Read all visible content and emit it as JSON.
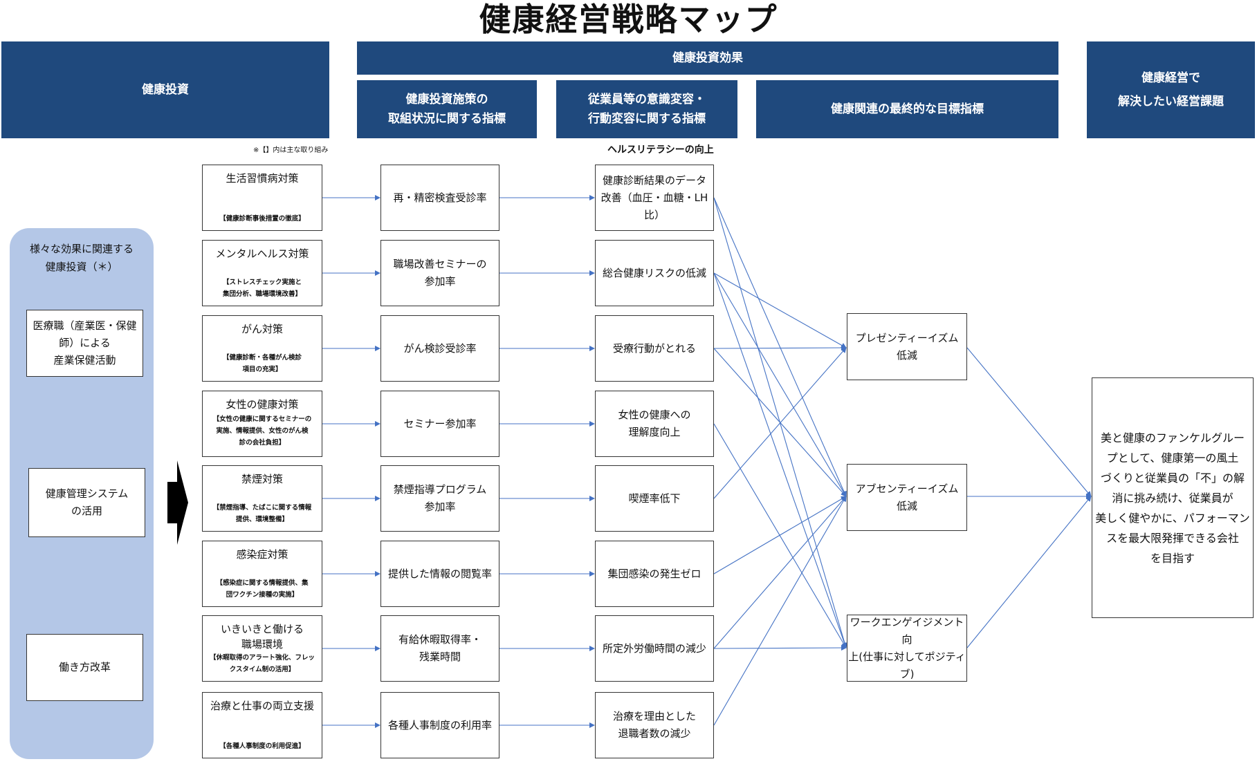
{
  "title": "健康経営戦略マップ",
  "headers": {
    "investment": "健康投資",
    "effect": "健康投資効果",
    "measures": [
      "健康投資施策の",
      "取組状況に関する指標"
    ],
    "awareness": [
      "従業員等の意識変容・",
      "行動変容に関する指標"
    ],
    "final": "健康関連の最終的な目標指標",
    "issues": [
      "健康経営で",
      "解決したい経営課題"
    ]
  },
  "note": "※【】内は主な取り組み",
  "health_literacy": "ヘルスリテラシーの向上",
  "panel": {
    "title": [
      "様々な効果に関連する",
      "健康投資（＊）"
    ],
    "items": [
      [
        "医療職（産業医・保健",
        "師）による",
        "産業保健活動"
      ],
      [
        "健康管理システム",
        "の活用"
      ],
      [
        "働き方改革"
      ]
    ]
  },
  "investments": [
    {
      "title": [
        "生活習慣病対策"
      ],
      "sub": [
        "【健康診断事後措置の徹底】"
      ]
    },
    {
      "title": [
        "メンタルヘルス対策"
      ],
      "sub": [
        "【ストレスチェック実施と",
        "集団分析、職場環境改善】"
      ]
    },
    {
      "title": [
        "がん対策"
      ],
      "sub": [
        "【健康診断・各種がん検診",
        "項目の充実】"
      ]
    },
    {
      "title": [
        "女性の健康対策"
      ],
      "sub": [
        "【女性の健康に関するセミナーの",
        "実施、情報提供、女性のがん検",
        "診の会社負担】"
      ]
    },
    {
      "title": [
        "禁煙対策"
      ],
      "sub": [
        "【禁煙指導、たばこに関する情報",
        "提供、環境整備】"
      ]
    },
    {
      "title": [
        "感染症対策"
      ],
      "sub": [
        "【感染症に関する情報提供、集",
        "団ワクチン接種の実施】"
      ]
    },
    {
      "title": [
        "いきいきと働ける",
        "職場環境"
      ],
      "sub": [
        "【休暇取得のアラート強化、フレッ",
        "クスタイム制の活用】"
      ]
    },
    {
      "title": [
        "治療と仕事の両立支援"
      ],
      "sub": [
        "【各種人事制度の利用促進】"
      ]
    }
  ],
  "measures": [
    [
      "再・精密検査受診率"
    ],
    [
      "職場改善セミナーの",
      "参加率"
    ],
    [
      "がん検診受診率"
    ],
    [
      "セミナー参加率"
    ],
    [
      "禁煙指導プログラム",
      "参加率"
    ],
    [
      "提供した情報の閲覧率"
    ],
    [
      "有給休暇取得率・",
      "残業時間"
    ],
    [
      "各種人事制度の利用率"
    ]
  ],
  "awareness": [
    [
      "健康診断結果のデータ",
      "改善（血圧・血糖・LH",
      "比）"
    ],
    [
      "総合健康リスクの低減"
    ],
    [
      "受療行動がとれる"
    ],
    [
      "女性の健康への",
      "理解度向上"
    ],
    [
      "喫煙率低下"
    ],
    [
      "集団感染の発生ゼロ"
    ],
    [
      "所定外労働時間の減少"
    ],
    [
      "治療を理由とした",
      "退職者数の減少"
    ]
  ],
  "final_goals": [
    [
      "プレゼンティーイズム",
      "低減"
    ],
    [
      "アブセンティーイズム",
      "低減"
    ],
    [
      "ワークエンゲイジメント向",
      "上(仕事に対してポジティ",
      "ブ)"
    ]
  ],
  "goal": [
    "美と健康のファンケルグルー",
    "プとして、健康第一の風土",
    "づくりと従業員の「不」の解",
    "消に挑み続け、従業員が",
    "美しく健やかに、パフォーマン",
    "スを最大限発揮できる会社",
    "を目指す"
  ],
  "colors": {
    "header": "#1f497d",
    "panel": "#b4c7e7",
    "arrow": "#4472c4"
  }
}
